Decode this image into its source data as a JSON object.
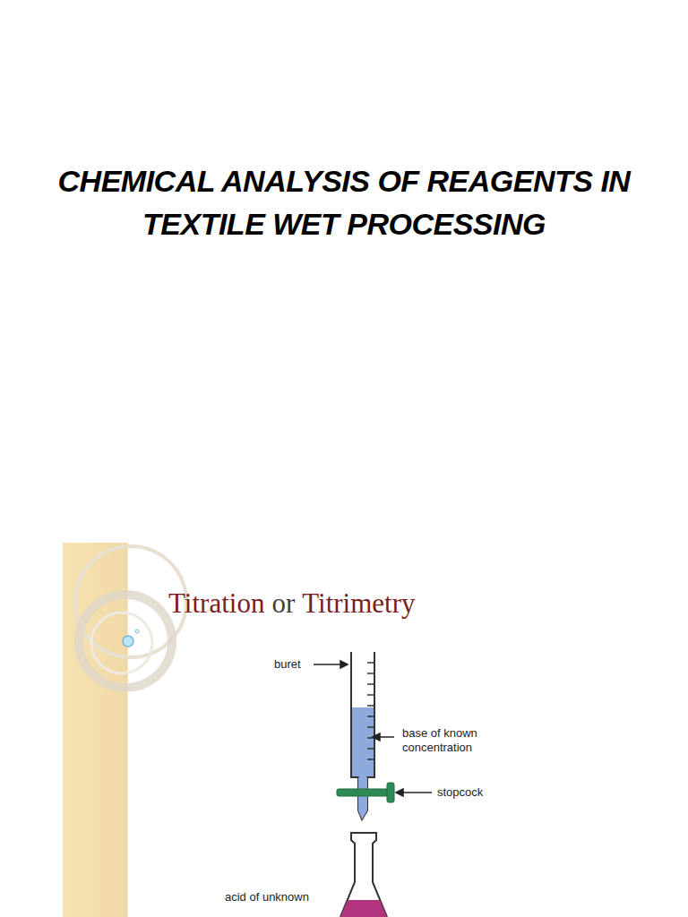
{
  "diagram": {
    "title": "CHEMICAL ANALYSIS OF REAGENTS IN TEXTILE WET PROCESSING",
    "labels": [
      "Titration",
      "or",
      "Titrimetry",
      "buret",
      "base of known concentration",
      "stopcock",
      "acid of unknown"
    ]
  }
}
